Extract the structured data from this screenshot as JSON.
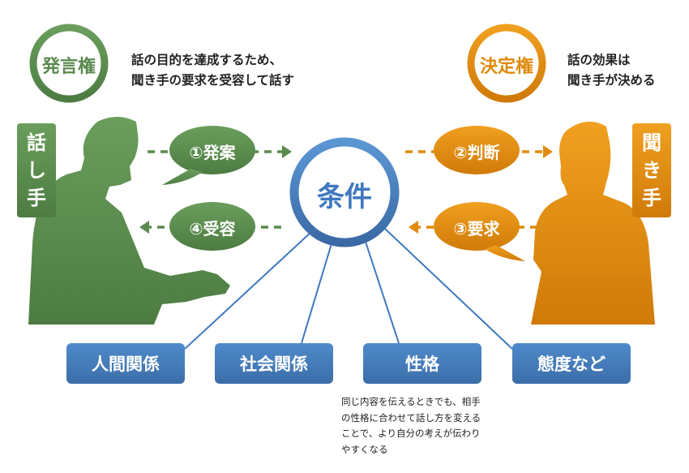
{
  "speaker": {
    "ring_label": "発言権",
    "description": [
      "話の目的を達成するため、",
      "聞き手の要求を受容して話す"
    ],
    "role_label": [
      "話",
      "し",
      "手"
    ],
    "color": "#5a8a4e"
  },
  "listener": {
    "ring_label": "決定権",
    "description": [
      "話の効果は",
      "聞き手が決める"
    ],
    "role_label": [
      "聞",
      "き",
      "手"
    ],
    "color": "#e08a0c"
  },
  "center": {
    "label": "条件",
    "color": "#4a80c0"
  },
  "bubbles": {
    "proposal": "①発案",
    "acceptance": "④受容",
    "judgment": "②判断",
    "request": "③要求"
  },
  "conditions": [
    "人間関係",
    "社会関係",
    "性格",
    "態度など"
  ],
  "note": [
    "同じ内容を伝えるときでも、相手",
    "の性格に合わせて話し方を変える",
    "ことで、より自分の考えが伝わり",
    "やすくなる"
  ]
}
